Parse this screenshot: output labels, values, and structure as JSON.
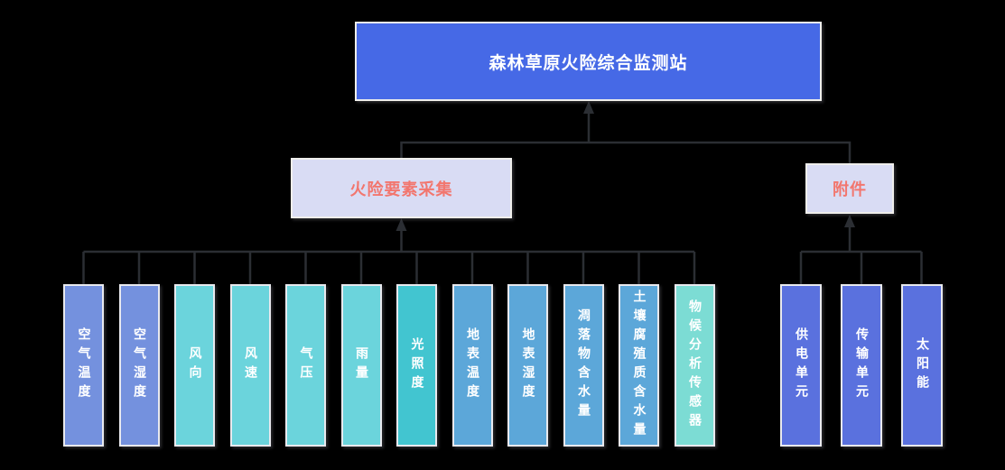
{
  "page": {
    "background": "#000000",
    "line_color": "#2B2E33"
  },
  "root": {
    "label": "森林草原火险综合监测站",
    "bg": "#4669E6",
    "text_color": "#FFFFFF"
  },
  "groups": {
    "collection": {
      "label": "火险要素采集",
      "bg": "#D9DCF4",
      "text_color": "#F2766E"
    },
    "accessory": {
      "label": "附件",
      "bg": "#D9DCF4",
      "text_color": "#F2766E"
    }
  },
  "sensors": [
    {
      "label": "空气温度",
      "bg": "#7491DE"
    },
    {
      "label": "空气湿度",
      "bg": "#7491DE"
    },
    {
      "label": "风向",
      "bg": "#6BD4DC"
    },
    {
      "label": "风速",
      "bg": "#6BD4DC"
    },
    {
      "label": "气压",
      "bg": "#6BD4DC"
    },
    {
      "label": "雨量",
      "bg": "#6BD4DC"
    },
    {
      "label": "光照度",
      "bg": "#42C5D0"
    },
    {
      "label": "地表温度",
      "bg": "#5CA7D9"
    },
    {
      "label": "地表湿度",
      "bg": "#5CA7D9"
    },
    {
      "label": "凋落物含水量",
      "bg": "#5CA7D9"
    },
    {
      "label": "土壤腐殖质含水量",
      "bg": "#5CA7D9"
    },
    {
      "label": "物候分析传感器",
      "bg": "#7CDCD4"
    }
  ],
  "accessories": [
    {
      "label": "供电单元",
      "bg": "#5A71DE"
    },
    {
      "label": "传输单元",
      "bg": "#5A71DE"
    },
    {
      "label": "太阳能",
      "bg": "#5A71DE"
    }
  ]
}
